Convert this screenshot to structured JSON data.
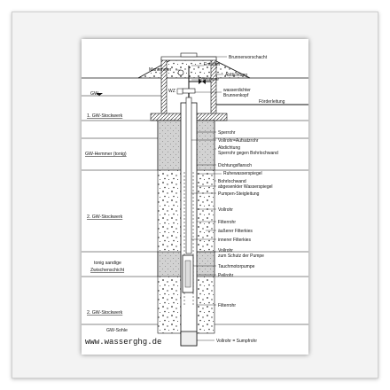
{
  "labels": {
    "brunnenvorschacht": "Brunnenvorschacht",
    "entlufter": "Entlüfter",
    "manometer": "Manometer",
    "abdichtung_top": "Abdichtung",
    "entnahme": "Entnahme",
    "wz": "WZ",
    "wasserdichter": "wasserdichter",
    "brunnenkopf": "Brunnenkopf",
    "gw": "GW",
    "forderleitung": "Förderleitung",
    "stockwerk1": "1. GW-Stockwerk",
    "sperrohr": "Sperrohr",
    "vollrohr_aufsatz": "Vollrohr=Aufsatzrohr",
    "abdichtung1": "Abdichtung",
    "abdichtung2": "Sperrohr gegen Bohrlochwand",
    "hemmer": "GW-Hemmer (tonig)",
    "dichtungsflansch": "Dichtungsflansch",
    "ruhewasserspiegel": "Ruhewasserspiegel",
    "bohrlochwand": "Bohrlochwand",
    "abgesenkter": "abgesenkter Wasserspiegel",
    "pumpensteig": "Pumpen-Steigleitung",
    "vollrohr": "Vollrohr",
    "stockwerk2": "2. GW-Stockwerk",
    "filterrohr": "Filterrohr",
    "ausserer": "äußerer Filterkies",
    "innerer": "innerer Filterkies",
    "tonig1": "tonig sandige",
    "tonig2": "Zwischenschicht",
    "vollrohr_schutz1": "Vollrohr",
    "vollrohr_schutz2": "zum Schutz der Pumpe",
    "tauchmotor": "Tauchmotorpumpe",
    "peilrohr": "Peilrohr",
    "filterrohr2": "Filterrohr",
    "stockwerk2b": "2. GW-Stockwerk",
    "gwsohle": "GW-Sohle",
    "sumpfrohr": "Vollrohr = Sumpfrohr",
    "website": "www.wasserghg.de"
  },
  "colors": {
    "soil_fill": "#ffffff",
    "clay_fill": "#c8c8c8",
    "line": "#111111",
    "pipe_fill": "#ffffff"
  }
}
